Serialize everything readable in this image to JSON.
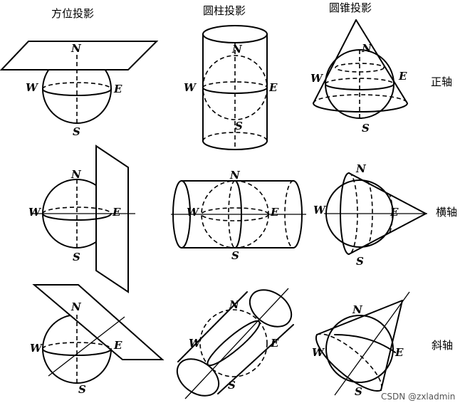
{
  "column_headers": [
    "方位投影",
    "圆柱投影",
    "圆锥投影"
  ],
  "row_labels": [
    "正轴",
    "横轴",
    "斜轴"
  ],
  "pole_labels": {
    "north": "N",
    "south": "S",
    "west": "W",
    "east": "E"
  },
  "watermark": "CSDN @zxladmin"
}
